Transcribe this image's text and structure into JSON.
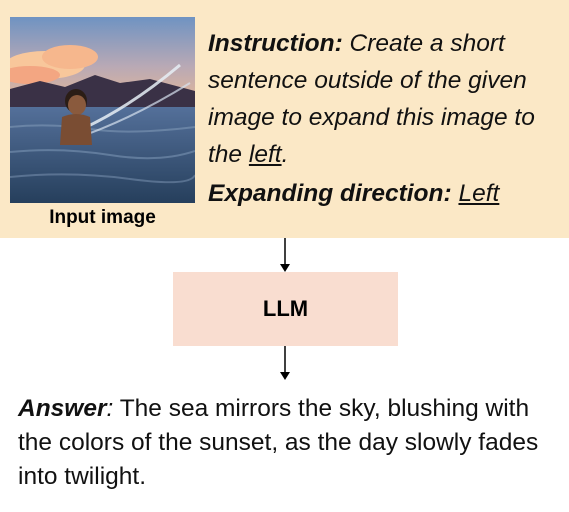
{
  "input_image": {
    "caption": "Input image",
    "colors": {
      "sky_top": "#6f93c2",
      "cloud": "#f6b78d",
      "mountain": "#3a3146",
      "sea": "#3b5d80"
    }
  },
  "instruction": {
    "label": "Instruction:",
    "text": " Create a short sentence outside of the given image to expand this image to the ",
    "emphasis": "left",
    "suffix": "."
  },
  "direction": {
    "label": "Expanding direction:",
    "value": "Left"
  },
  "model": {
    "label": "LLM"
  },
  "answer": {
    "label": "Answer",
    "colon": ":",
    "text": " The sea mirrors the sky, blushing with the colors of the sunset, as the day slowly fades into twilight."
  },
  "colors": {
    "top_panel": "#fbe8c6",
    "llm_box": "#f9ddd0"
  }
}
